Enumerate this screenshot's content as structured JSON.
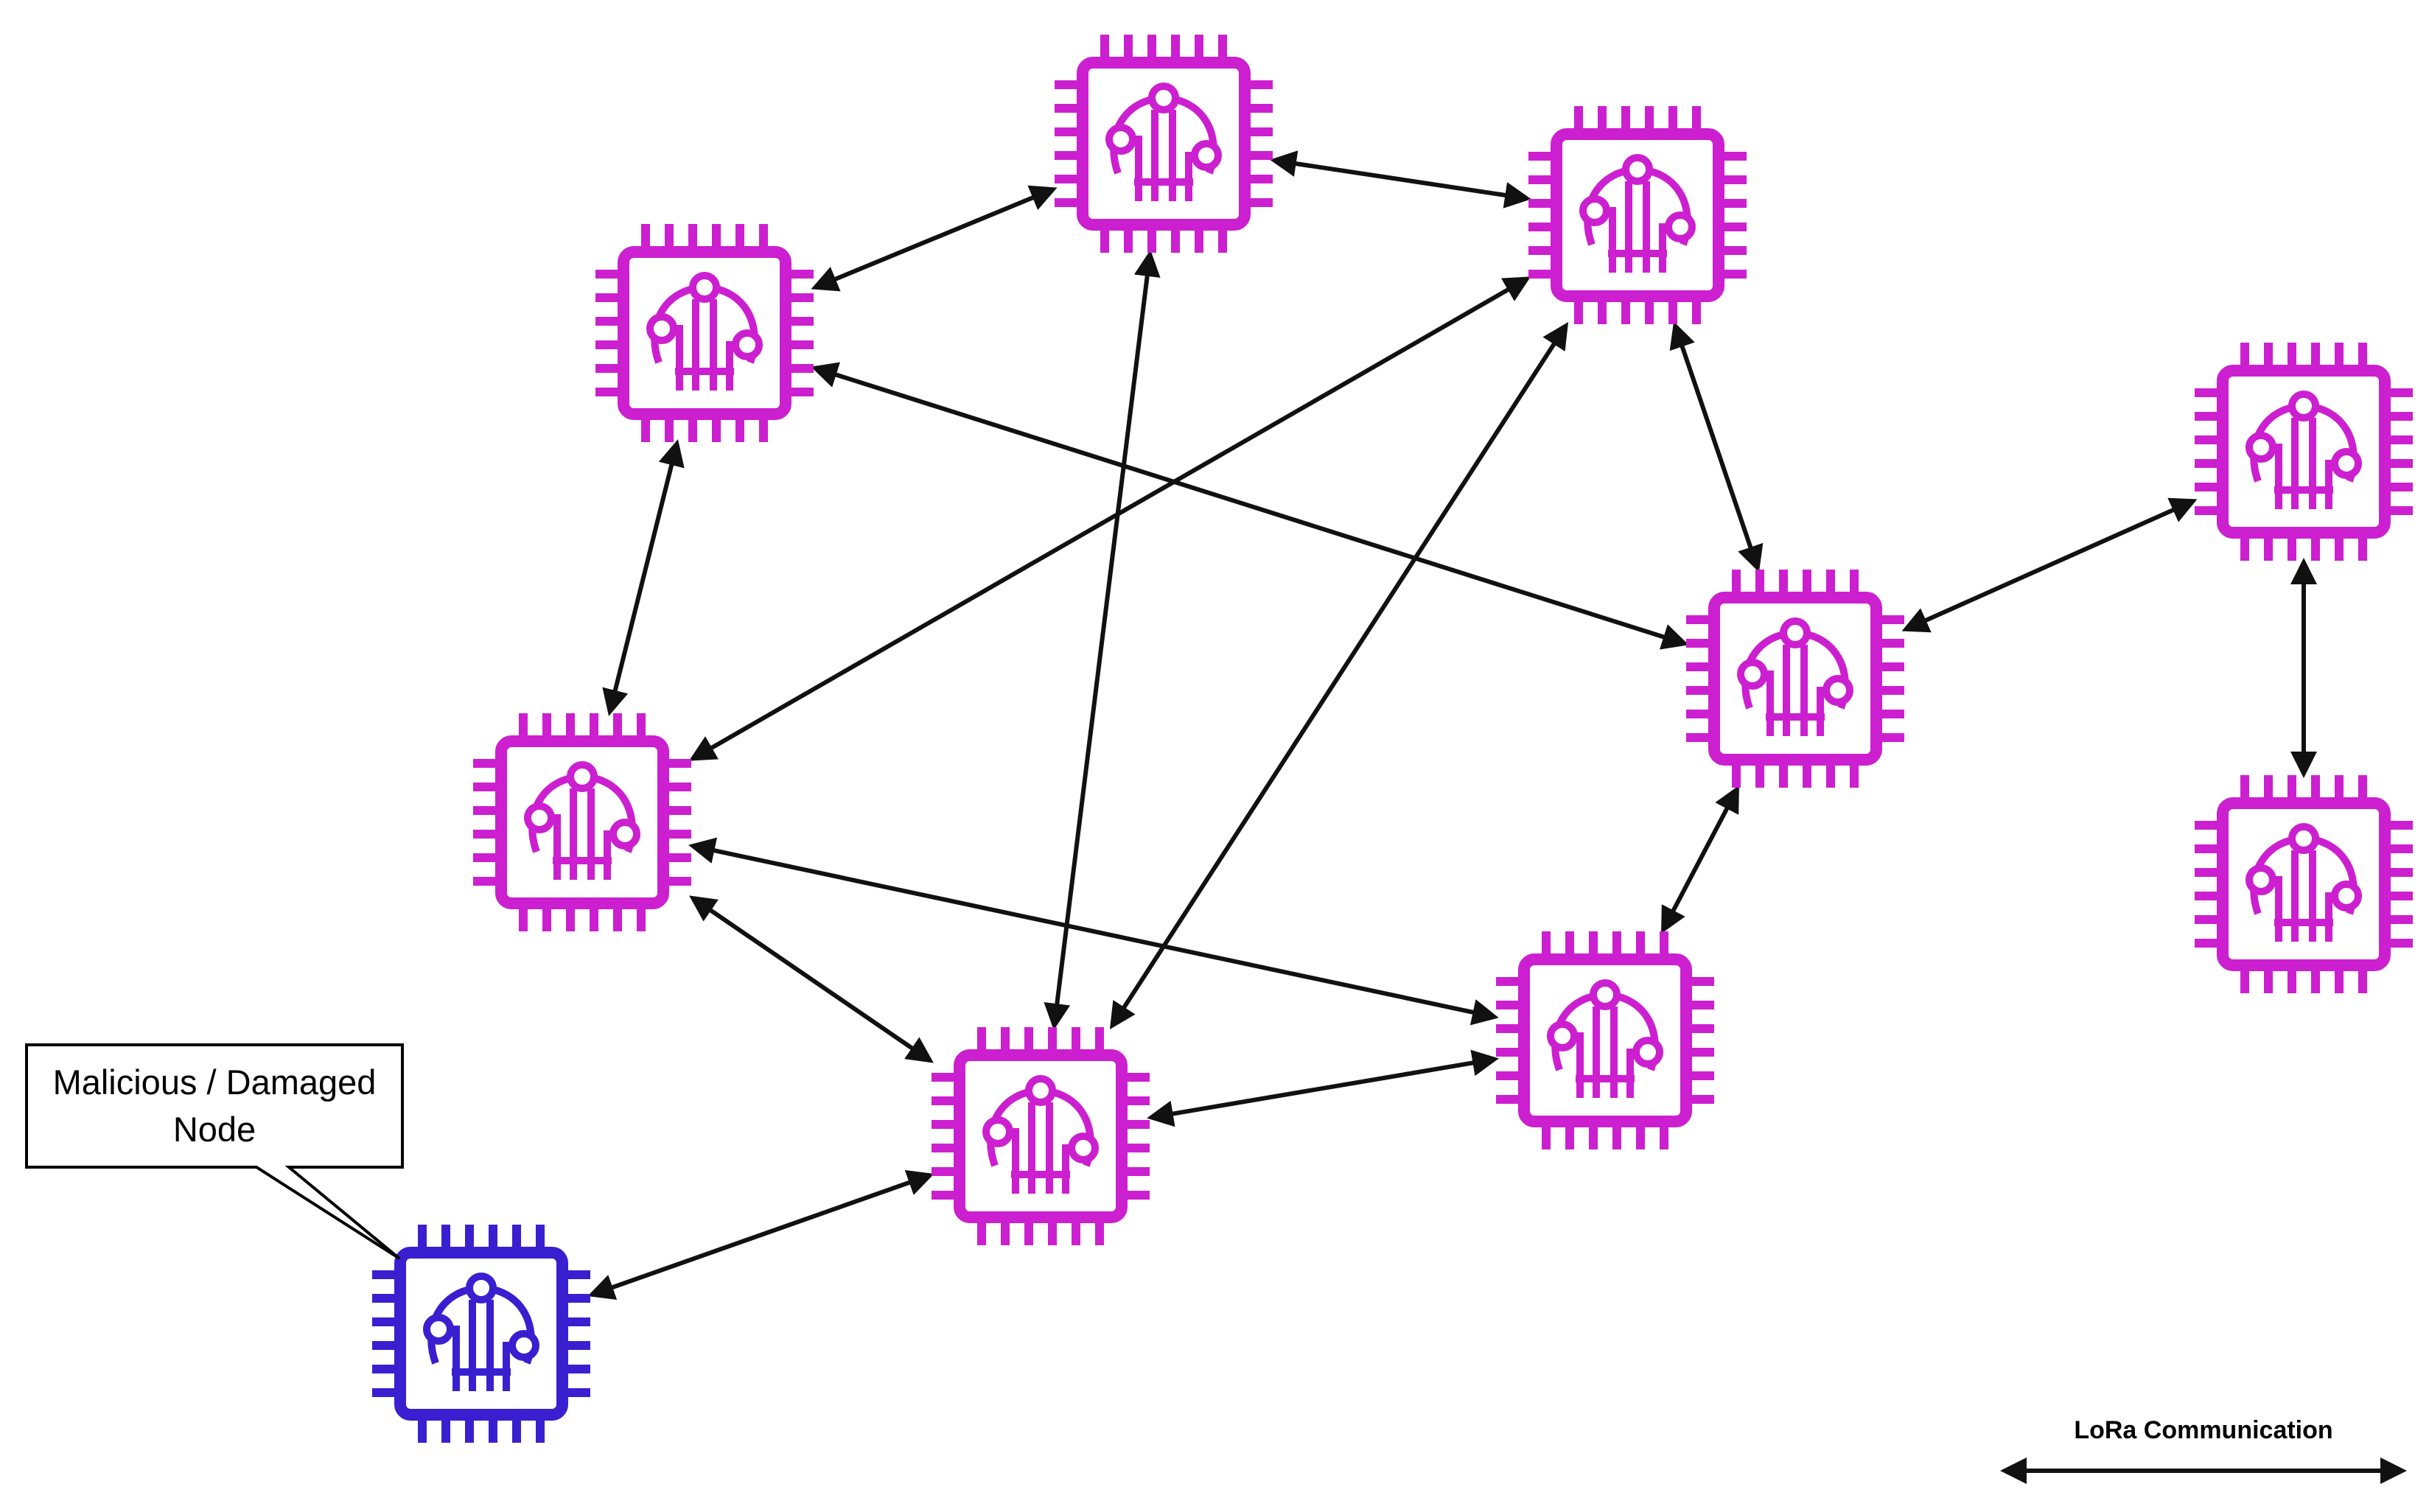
{
  "colors": {
    "normal_node": "#CC1FD0",
    "malicious_node": "#3A1FD0",
    "link": "#111111"
  },
  "nodes": [
    {
      "id": "n1",
      "role": "normal"
    },
    {
      "id": "n2",
      "role": "normal"
    },
    {
      "id": "n3",
      "role": "normal"
    },
    {
      "id": "n4",
      "role": "normal"
    },
    {
      "id": "n5",
      "role": "normal"
    },
    {
      "id": "n6",
      "role": "normal"
    },
    {
      "id": "n7",
      "role": "normal"
    },
    {
      "id": "n8",
      "role": "normal"
    },
    {
      "id": "n9",
      "role": "normal"
    },
    {
      "id": "n10",
      "role": "normal"
    },
    {
      "id": "n11",
      "role": "malicious"
    }
  ],
  "links": [
    [
      "n1",
      "n2"
    ],
    [
      "n2",
      "n3"
    ],
    [
      "n1",
      "n4"
    ],
    [
      "n1",
      "n5"
    ],
    [
      "n2",
      "n7"
    ],
    [
      "n3",
      "n4"
    ],
    [
      "n3",
      "n5"
    ],
    [
      "n3",
      "n7"
    ],
    [
      "n4",
      "n8"
    ],
    [
      "n4",
      "n7"
    ],
    [
      "n5",
      "n6"
    ],
    [
      "n5",
      "n8"
    ],
    [
      "n6",
      "n9"
    ],
    [
      "n7",
      "n8"
    ],
    [
      "n7",
      "n11"
    ]
  ],
  "callout": {
    "line1": "Malicious / Damaged",
    "line2": "Node"
  },
  "legend": {
    "label": "LoRa Communication"
  }
}
